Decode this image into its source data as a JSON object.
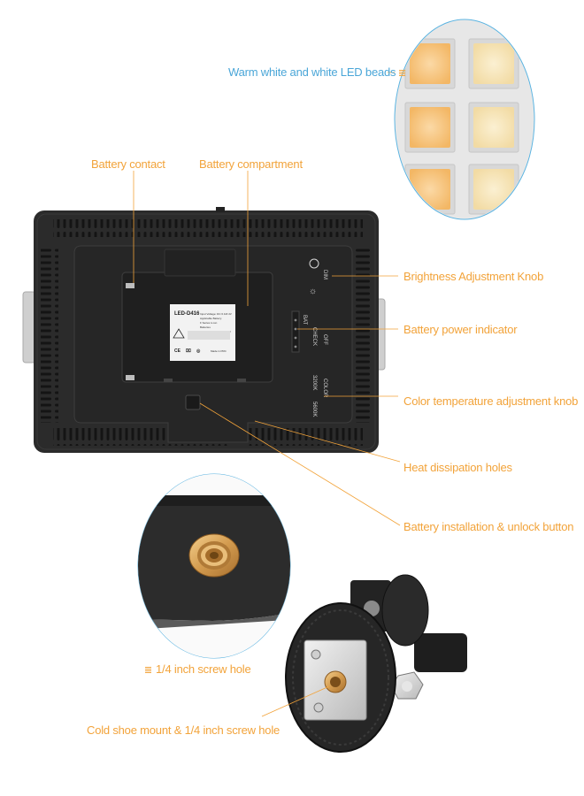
{
  "callouts": {
    "led_beads": "Warm white and white LED beads",
    "battery_contact": "Battery contact",
    "battery_compartment": "Battery compartment",
    "brightness_knob": "Brightness Adjustment Knob",
    "power_indicator": "Battery power indicator",
    "color_temp_knob": "Color temperature adjustment knob",
    "heat_holes": "Heat dissipation holes",
    "unlock_button": "Battery installation & unlock button",
    "screw_hole": "1/4 inch screw hole",
    "cold_shoe": "Cold shoe mount & 1/4 inch screw hole"
  },
  "device_label": {
    "model": "LED-D416",
    "lines": [
      "Input Voltage: DC 6.0-8.4V",
      "Applicable Battery:",
      "F Series Li-ion",
      "Batteries",
      "Power (Max Output): 20W"
    ],
    "made_in": "Made in PRC"
  },
  "panel_markings": {
    "dim": "DIM",
    "off": "OFF",
    "check": "CHECK",
    "bat": "BAT",
    "color": "COLOR",
    "temp_low": "3200K",
    "temp_high": "5600K"
  },
  "colors": {
    "callout_orange": "#f2a33a",
    "callout_blue": "#4aa6d8",
    "device_body": "#2a2a2a",
    "warm_led": "#f7c27c",
    "white_led": "#f6e3b5"
  }
}
